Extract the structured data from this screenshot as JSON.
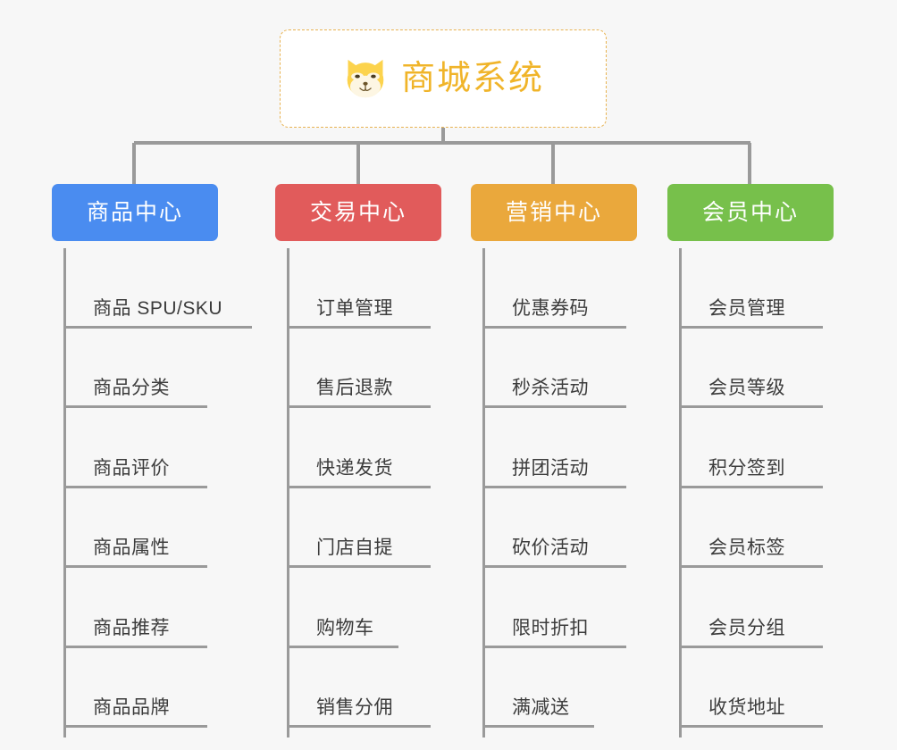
{
  "page": {
    "background_color": "#f7f7f7",
    "title": "商城系统"
  },
  "root": {
    "label": "商城系统",
    "icon": "shiba-dog-face-icon",
    "text_color": "#f0b429",
    "border_color": "#e8b352",
    "background_color": "#ffffff"
  },
  "connector": {
    "color": "#9a9a9a"
  },
  "categories": [
    {
      "label": "商品中心",
      "color": "#4a8cf0",
      "items": [
        {
          "label": "商品 SPU/SKU",
          "width": "long"
        },
        {
          "label": "商品分类",
          "width": "four"
        },
        {
          "label": "商品评价",
          "width": "four"
        },
        {
          "label": "商品属性",
          "width": "four"
        },
        {
          "label": "商品推荐",
          "width": "four"
        },
        {
          "label": "商品品牌",
          "width": "four"
        }
      ]
    },
    {
      "label": "交易中心",
      "color": "#e15b5b",
      "items": [
        {
          "label": "订单管理",
          "width": "four"
        },
        {
          "label": "售后退款",
          "width": "four"
        },
        {
          "label": "快递发货",
          "width": "four"
        },
        {
          "label": "门店自提",
          "width": "four"
        },
        {
          "label": "购物车",
          "width": "three"
        },
        {
          "label": "销售分佣",
          "width": "four"
        }
      ]
    },
    {
      "label": "营销中心",
      "color": "#eaa83c",
      "items": [
        {
          "label": "优惠券码",
          "width": "four"
        },
        {
          "label": "秒杀活动",
          "width": "four"
        },
        {
          "label": "拼团活动",
          "width": "four"
        },
        {
          "label": "砍价活动",
          "width": "four"
        },
        {
          "label": "限时折扣",
          "width": "four"
        },
        {
          "label": "满减送",
          "width": "three"
        }
      ]
    },
    {
      "label": "会员中心",
      "color": "#77c04b",
      "items": [
        {
          "label": "会员管理",
          "width": "four"
        },
        {
          "label": "会员等级",
          "width": "four"
        },
        {
          "label": "积分签到",
          "width": "four"
        },
        {
          "label": "会员标签",
          "width": "four"
        },
        {
          "label": "会员分组",
          "width": "four"
        },
        {
          "label": "收货地址",
          "width": "four"
        }
      ]
    }
  ]
}
